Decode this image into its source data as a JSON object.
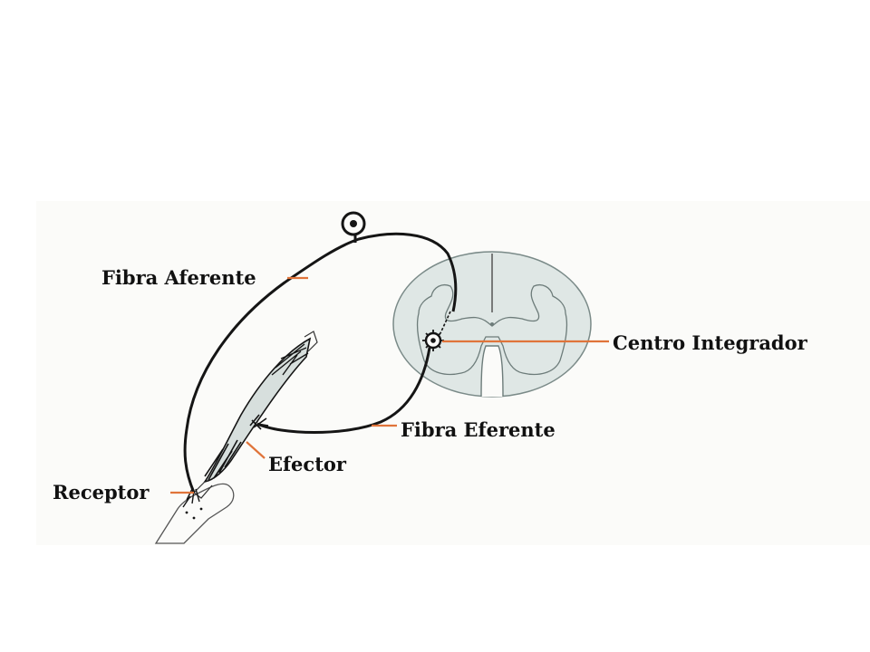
{
  "labels": {
    "afferent": "Fibra Aferente",
    "integrator": "Centro Integrador",
    "efferent": "Fibra Eferente",
    "effector": "Efector",
    "receptor": "Receptor"
  },
  "colors": {
    "leader": "#e0743a",
    "tissue": "#dfe7e5",
    "outline": "#151515",
    "panel": "#fbfbf9"
  }
}
